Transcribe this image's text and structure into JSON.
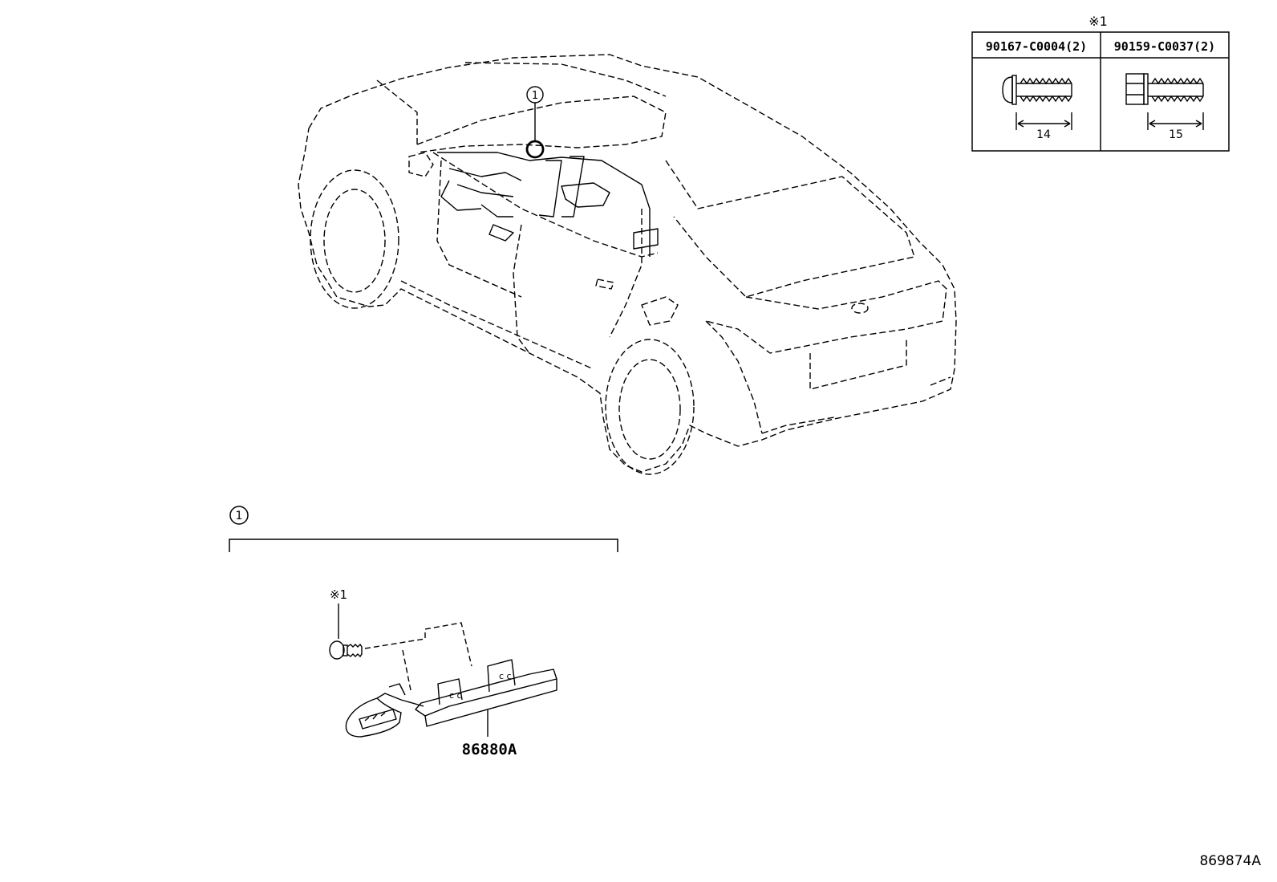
{
  "callout": {
    "number": "1",
    "section_number": "1"
  },
  "fastener_table": {
    "note_mark": "※1",
    "columns": [
      {
        "part_no": "90167-C0004(2)",
        "length": "14",
        "icon": "pan-head-screw-icon"
      },
      {
        "part_no": "90159-C0037(2)",
        "length": "15",
        "icon": "hex-bolt-icon"
      }
    ]
  },
  "assembly": {
    "screw_note": "※1",
    "part_label": "86880A"
  },
  "figure_id": "869874A",
  "colors": {
    "line": "#000000",
    "background": "#ffffff"
  }
}
